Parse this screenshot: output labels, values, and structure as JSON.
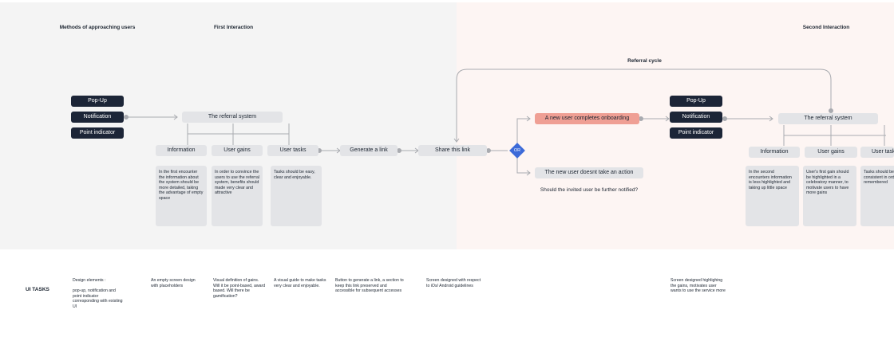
{
  "headers": {
    "methods": "Methods of approaching users",
    "first": "First Interaction",
    "second": "Second Interaction",
    "referral_cycle": "Referral cycle"
  },
  "left": {
    "popup": "Pop-Up",
    "notification": "Notification",
    "point_indicator": "Point indicator",
    "referral_system": "The referral system",
    "information": "Information",
    "user_gains": "User gains",
    "user_tasks": "User tasks",
    "generate_link": "Generate a link",
    "share_link": "Share this link",
    "card_information": "In the first encounter the information about the system should be more detailed, taking the advantage of empty space",
    "card_gains": "In order to convince the users to use the referral system, benefits should made very clear and attractive",
    "card_tasks": "Tasks should be easy, clear and enjoyable."
  },
  "middle": {
    "or": "OR",
    "completes": "A new user completes onboarding",
    "no_action": "The new user doesnt take an action",
    "question": "Should the invited user be further notified?"
  },
  "right": {
    "popup": "Pop-Up",
    "notification": "Notification",
    "point_indicator": "Point indicator",
    "referral_system": "The referral system",
    "information": "Information",
    "user_gains": "User gains",
    "user_tasks": "User tasks",
    "card_information": "In the second encounters information is less highlighted and taking up little space",
    "card_gains": "User's first gain should be highlighted in a celebratory manner, to motivate users to have more gains",
    "card_tasks": "Tasks should be consistent in order to be remembered"
  },
  "ui_tasks": {
    "label": "UI TASKS",
    "items": [
      "Design elements :\n\npop-up, notification and point indicator corresponding with existing UI",
      "An empty screen design with placeholders",
      "Visual definition of gains. Will it be point-based, award based. Will there be gamification?",
      "A visual guide to make tasks very clear and enjoyable.",
      "Button to generate a link, a section to keep this link preserved and accessible for subsequent accesses",
      "Screen designed with respect to iOs/ Android guidelines",
      "Screen designed highlighing the gains, motivates user wants to use the service more"
    ]
  },
  "colors": {
    "dark_box": "#1c2537",
    "gray_box": "#e3e4e7",
    "pink_box": "#ef9f94",
    "or_diamond": "#3c6ad8",
    "connector": "#a9abb0"
  }
}
